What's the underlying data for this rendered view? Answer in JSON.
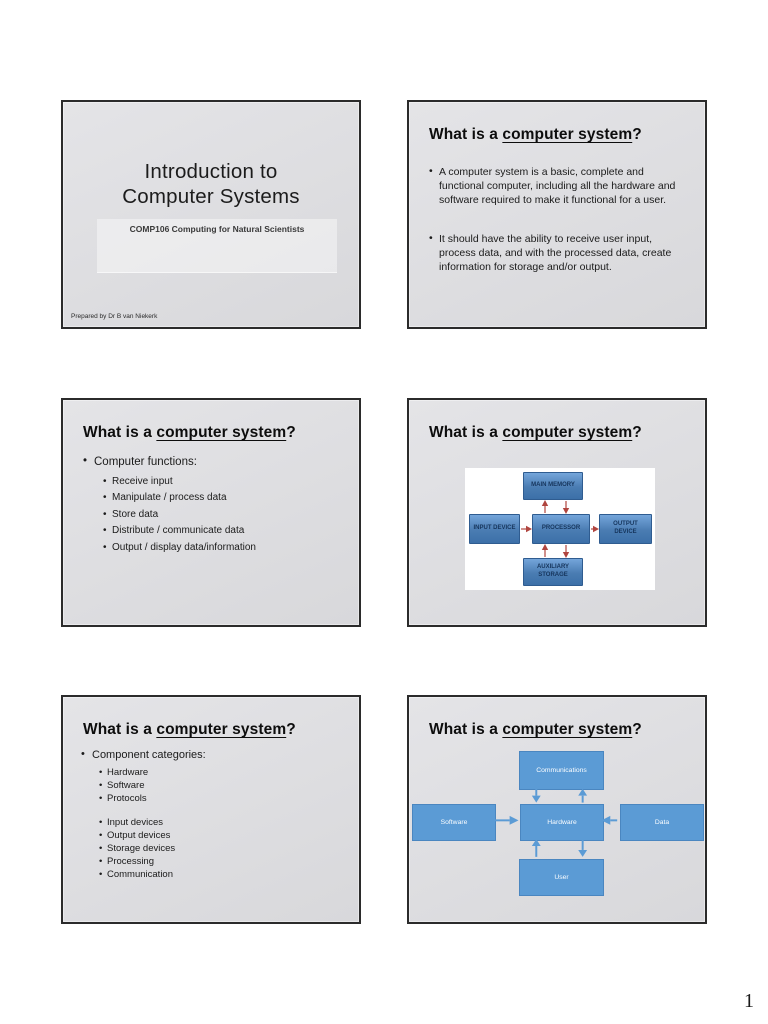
{
  "theme": {
    "page-bg": "#ffffff",
    "slide-bg": "#dedee1",
    "slide-border": "#2b2b2b",
    "title-color": "#0d0d0d",
    "body-color": "#1b1b1b",
    "box-blue-border": "#2f5c90",
    "box-label-navy": "#16355c",
    "flat-blue": "#5b9bd5",
    "flat-blue-border": "#4a86c0",
    "arrow-red": "#b0453f"
  },
  "page": {
    "number": "1"
  },
  "slides": [
    {
      "title_line1": "Introduction to",
      "title_line2": "Computer Systems",
      "subtitle": "COMP106 Computing for Natural Scientists",
      "footer": "Prepared by Dr B van Niekerk"
    },
    {
      "title": {
        "prefix": "What is a ",
        "underlined": "computer system",
        "suffix": "?"
      },
      "bullets": [
        "A computer system is a basic, complete and functional computer, including all the hardware and software required to make it functional for a user.",
        "It should have the ability to receive user input, process data, and with the processed data, create information for storage and/or output."
      ]
    },
    {
      "title": {
        "prefix": "What is a ",
        "underlined": "computer system",
        "suffix": "?"
      },
      "lead_bullet": "Computer functions:",
      "sub_bullets": [
        "Receive input",
        "Manipulate / process data",
        "Store data",
        "Distribute / communicate data",
        "Output / display data/information"
      ]
    },
    {
      "title": {
        "prefix": "What is a ",
        "underlined": "computer system",
        "suffix": "?"
      },
      "diagram": {
        "top": "MAIN MEMORY",
        "left": "INPUT DEVICE",
        "center": "PROCESSOR",
        "right": "OUTPUT DEVICE",
        "bottom": "AUXILIARY STORAGE"
      }
    },
    {
      "title": {
        "prefix": "What is a ",
        "underlined": "computer system",
        "suffix": "?"
      },
      "lead_bullet": "Component categories:",
      "group1": [
        "Hardware",
        "Software",
        "Protocols"
      ],
      "group2": [
        "Input devices",
        "Output devices",
        "Storage devices",
        "Processing",
        "Communication"
      ]
    },
    {
      "title": {
        "prefix": "What is a ",
        "underlined": "computer system",
        "suffix": "?"
      },
      "diagram": {
        "top": "Communications",
        "left": "Software",
        "center": "Hardware",
        "right": "Data",
        "bottom": "User"
      }
    }
  ]
}
